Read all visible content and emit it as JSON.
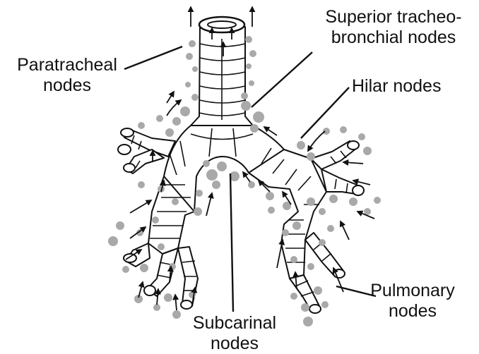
{
  "labels": {
    "paratracheal": {
      "line1": "Paratracheal",
      "line2": "nodes"
    },
    "superior": {
      "line1": "Superior tracheo-",
      "line2": "bronchial nodes"
    },
    "hilar": {
      "line1": "Hilar nodes"
    },
    "subcarinal": {
      "line1": "Subcarinal",
      "line2": "nodes"
    },
    "pulmonary": {
      "line1": "Pulmonary",
      "line2": "nodes"
    }
  },
  "colors": {
    "ink": "#111111",
    "node_fill": "#a9a9a9",
    "node_dark": "#8d8d8d",
    "airway_fill": "#ffffff",
    "background": "#ffffff"
  },
  "icons": [
    "flow-arrow",
    "lymph-node",
    "bronchial-ring"
  ]
}
